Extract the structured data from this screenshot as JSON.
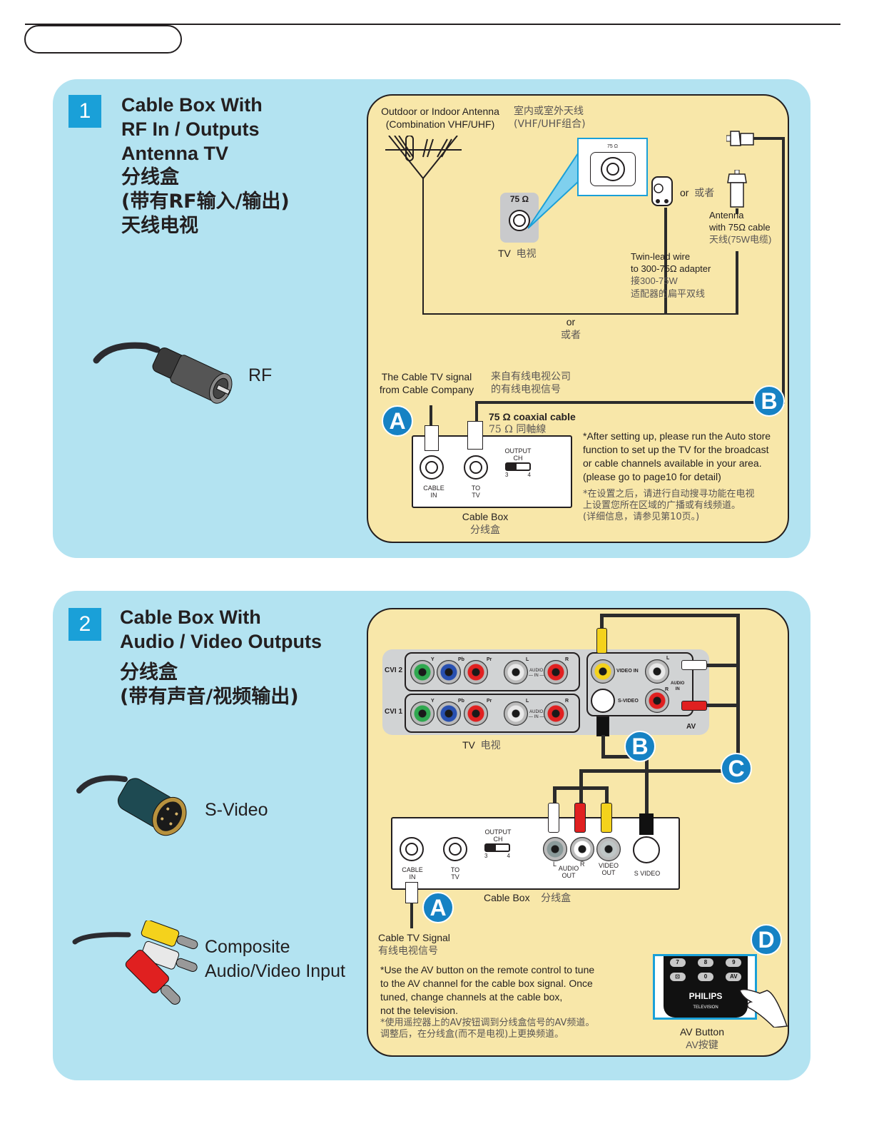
{
  "header": {
    "tab_label": ""
  },
  "section1": {
    "step_number": "1",
    "title_en": [
      "Cable Box With",
      "RF In / Outputs",
      "Antenna TV"
    ],
    "title_zh": [
      "分线盒",
      "(带有RF输入/输出)",
      "天线电视"
    ],
    "plug_label": "RF",
    "antenna_label_en": [
      "Outdoor or Indoor Antenna",
      "(Combination VHF/UHF)"
    ],
    "antenna_label_zh": [
      "室内或室外天线",
      "(VHF/UHF组合)"
    ],
    "tv_jack_ohm": "75 Ω",
    "tv_label_en": "TV",
    "tv_label_zh": "电视",
    "inset_ohm": "75 Ω",
    "or_en": "or",
    "or_zh": "或者",
    "antenna75_en": [
      "Antenna",
      "with 75Ω cable"
    ],
    "antenna75_zh": "天线(75W电缆)",
    "twinlead_en": [
      "Twin-lead wire",
      "to 300-75Ω adapter"
    ],
    "twinlead_zh": [
      "接300-75W",
      "适配器的扁平双线"
    ],
    "or2_en": "or",
    "or2_zh": "或者",
    "signal_en": [
      "The Cable TV signal",
      "from Cable Company"
    ],
    "signal_zh": [
      "来自有线电视公司",
      "的有线电视信号"
    ],
    "coax_en": "75 Ω coaxial cable",
    "coax_zh": "75  Ω  同軸線",
    "badge_a": "A",
    "badge_b": "B",
    "cablebox": {
      "cable_in": [
        "CABLE",
        "IN"
      ],
      "to_tv": [
        "TO",
        "TV"
      ],
      "output_ch": [
        "OUTPUT",
        "CH"
      ],
      "ch_values": [
        "3",
        "4"
      ],
      "label_en": "Cable Box",
      "label_zh": "分线盒"
    },
    "note_en": [
      "*After setting up, please run the Auto store",
      "function to set up the TV for the broadcast",
      "or cable channels available in your area.",
      "(please go to page10 for detail)"
    ],
    "note_zh": [
      "*在设置之后，请进行自动搜寻功能在电视",
      "上设置您所在区域的广播或有线频道。",
      "(详细信息，请参见第10页。)"
    ]
  },
  "section2": {
    "step_number": "2",
    "title_en": [
      "Cable Box With",
      "Audio / Video Outputs"
    ],
    "title_zh": [
      "分线盒",
      "(带有声音/视频输出)"
    ],
    "plug_svideo_label": "S-Video",
    "plug_composite_label": [
      "Composite",
      "Audio/Video Input"
    ],
    "tv_panel": {
      "rows": [
        {
          "label": "CVI 2",
          "jacks": [
            "Y",
            "Pb",
            "Pr",
            "L",
            "R"
          ],
          "audio_in": [
            "AUDIO",
            "— IN —"
          ]
        },
        {
          "label": "CVI 1",
          "jacks": [
            "Y",
            "Pb",
            "Pr",
            "L",
            "R"
          ],
          "audio_in": [
            "AUDIO",
            "— IN —"
          ]
        }
      ],
      "video_in": "VIDEO IN",
      "s_video": "S-VIDEO",
      "audio_l": "L",
      "audio_r": "R",
      "audio_in": [
        "AUDIO",
        "IN"
      ],
      "av": "AV"
    },
    "tv_label_en": "TV",
    "tv_label_zh": "电视",
    "badge_a": "A",
    "badge_b": "B",
    "badge_c": "C",
    "badge_d": "D",
    "cablebox": {
      "cable_in": [
        "CABLE",
        "IN"
      ],
      "to_tv": [
        "TO",
        "TV"
      ],
      "output_ch": [
        "OUTPUT",
        "CH"
      ],
      "ch_values": [
        "3",
        "4"
      ],
      "audio_l": "L",
      "audio_r": "R",
      "audio_out": [
        "AUDIO",
        "OUT"
      ],
      "video_out": [
        "VIDEO",
        "OUT"
      ],
      "s_video": "S VIDEO",
      "label_en": "Cable Box",
      "label_zh": "分线盒"
    },
    "signal_en": "Cable TV Signal",
    "signal_zh": "有线电视信号",
    "note_en": [
      "*Use the AV button on the remote control to tune",
      "to the AV channel for the cable box signal.  Once",
      "tuned, change channels at the cable box,",
      "not the television."
    ],
    "note_zh": [
      "*使用遥控器上的AV按钮调到分线盒信号的AV频道。",
      "调整后，在分线盒(而不是电视)上更换频道。"
    ],
    "remote": {
      "keys_row1": [
        "7",
        "8",
        "9"
      ],
      "keys_row2": [
        "⊡",
        "0",
        "AV"
      ],
      "brand": "PHILIPS",
      "sub": "TELEVISION"
    },
    "av_button_en": "AV Button",
    "av_button_zh": "AV按键"
  }
}
